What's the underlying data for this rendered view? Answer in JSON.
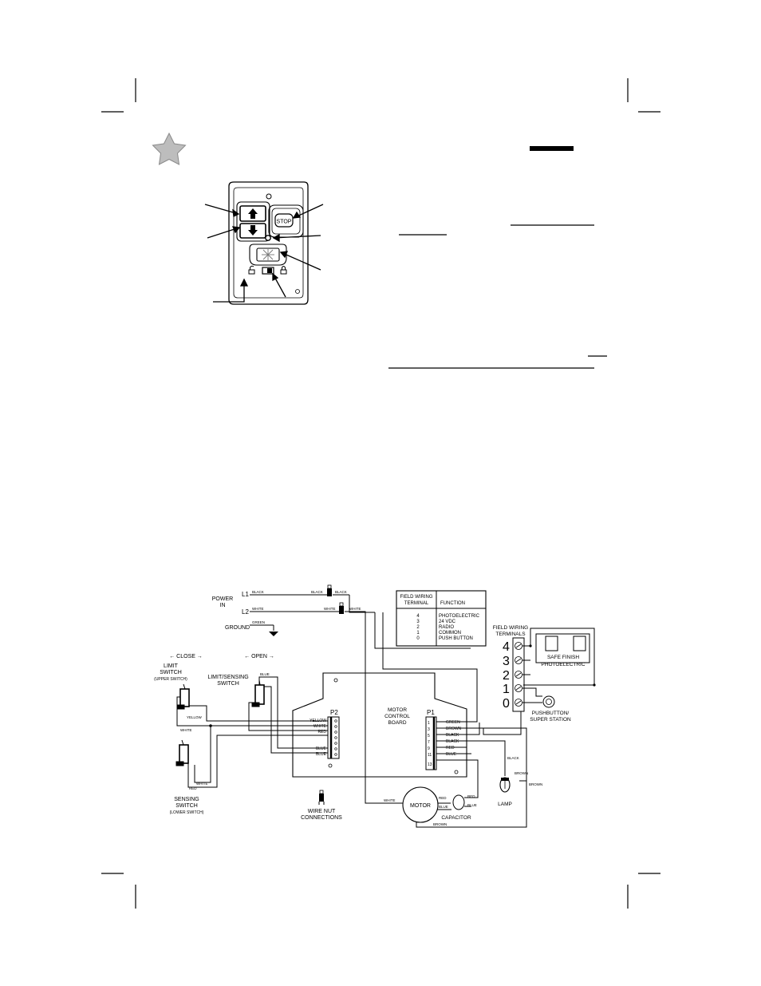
{
  "remote": {
    "stop_label": "STOP"
  },
  "wiring": {
    "power": {
      "power_in": [
        "POWER",
        "IN"
      ],
      "l1": "L1",
      "l2": "L2",
      "ground": "GROUND",
      "black": "BLACK",
      "white": "WHITE",
      "green": "GREEN"
    },
    "table": {
      "header_terminal": [
        "FIELD WIRING",
        "TERMINAL"
      ],
      "header_function": "FUNCTION",
      "rows": [
        {
          "terminal": "4",
          "function": "PHOTOELECTRIC"
        },
        {
          "terminal": "3",
          "function": "24 VDC"
        },
        {
          "terminal": "2",
          "function": "RADIO"
        },
        {
          "terminal": "1",
          "function": "COMMON"
        },
        {
          "terminal": "0",
          "function": "PUSH BUTTON"
        }
      ]
    },
    "close_label": "← CLOSE →",
    "open_label": "← OPEN →",
    "limit_switch": [
      "LIMIT",
      "SWITCH",
      "(UPPER SWITCH)"
    ],
    "limit_sensing_switch": [
      "LIMIT/SENSING",
      "SWITCH"
    ],
    "sensing_switch": [
      "SENSING",
      "SWITCH",
      "(LOWER SWITCH)"
    ],
    "wire_nut": [
      "WIRE NUT",
      "CONNECTIONS"
    ],
    "p2": {
      "label": "P2",
      "wires": [
        "YELLOW",
        "WHITE",
        "RED",
        "BLUE",
        "BLUE"
      ]
    },
    "board_label": [
      "MOTOR",
      "CONTROL",
      "BOARD"
    ],
    "p1": {
      "label": "P1",
      "pins": [
        "1",
        "3",
        "5",
        "7",
        "9",
        "11",
        "13"
      ],
      "wires": [
        "GREEN",
        "BROWN",
        "BLACK",
        "BLACK",
        "RED",
        "BLUE"
      ]
    },
    "switch_wires": {
      "yellow": "YELLOW",
      "white": "WHITE",
      "blue": "BLUE",
      "white_lower": "WHITE",
      "red_lower": "RED"
    },
    "motor": "MOTOR",
    "capacitor": "CAPACITOR",
    "lamp": "LAMP",
    "motor_wires": {
      "white": "WHITE",
      "red": "RED",
      "blue": "BLUE",
      "brown": "BROWN",
      "red_cap": "RED",
      "blue_cap": "BLUE"
    },
    "lamp_wires": {
      "black": "BLACK",
      "brown": "BROWN",
      "brown2": "BROWN"
    },
    "field_terminals": {
      "label": [
        "FIELD WIRING",
        "TERMINALS"
      ],
      "numbers": [
        "4",
        "3",
        "2",
        "1",
        "0"
      ]
    },
    "photoelectric": [
      "SAFE FINISH",
      "PHOTOELECTRIC"
    ],
    "pushbutton": [
      "PUSHBUTTON/",
      "SUPER STATION"
    ]
  }
}
